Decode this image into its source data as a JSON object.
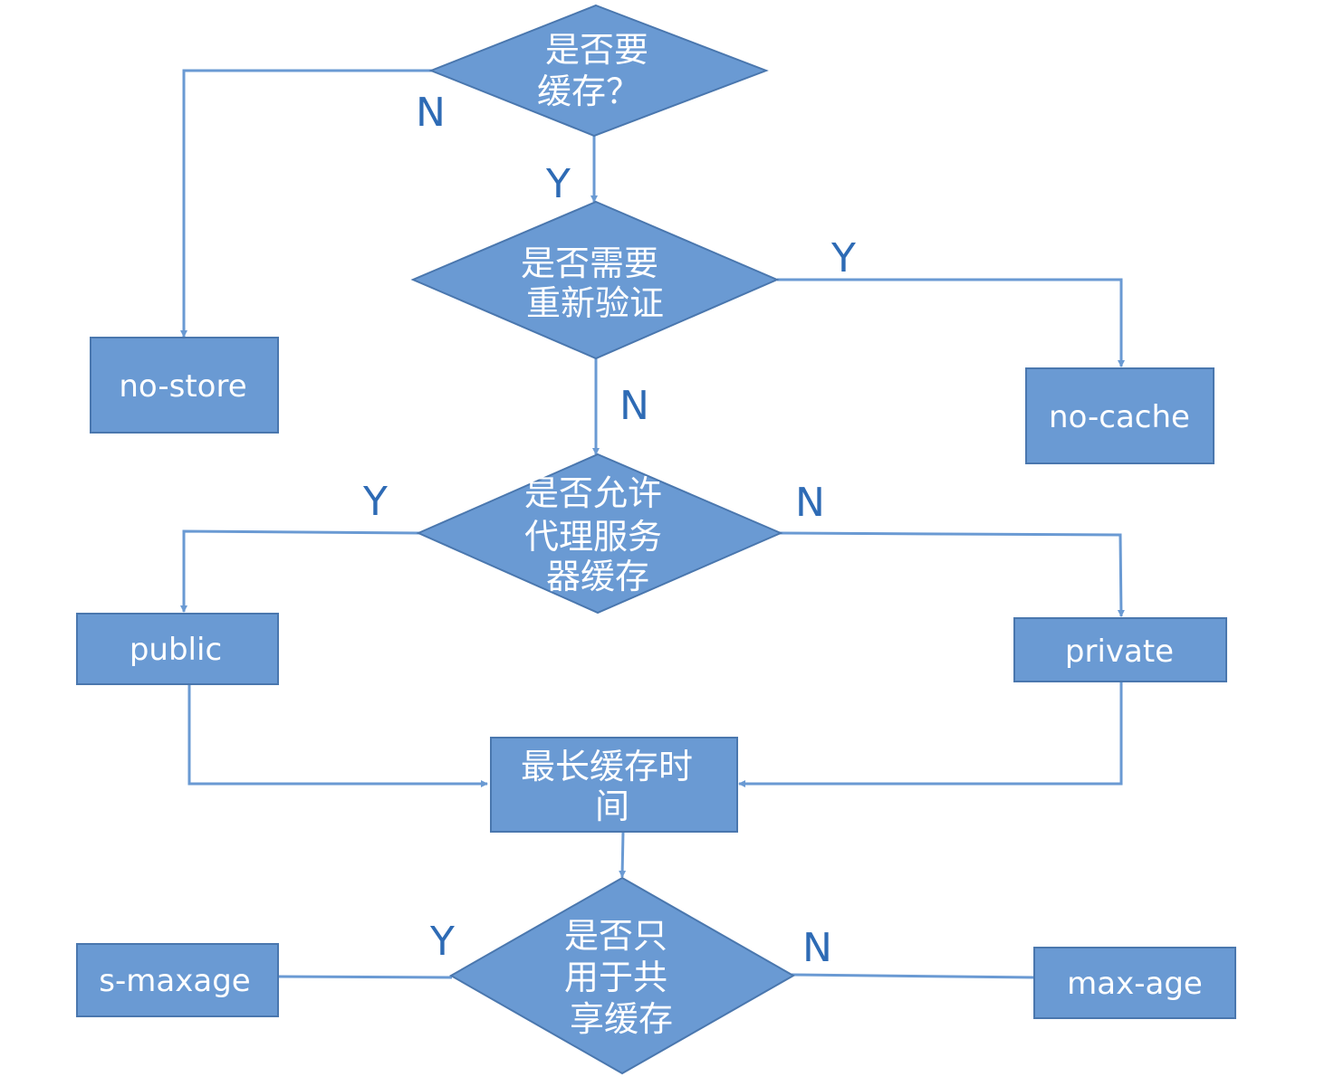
{
  "colors": {
    "node_fill": "#6a9ad3",
    "node_stroke": "#4a77ae",
    "edge": "#6a9ad3",
    "label": "#2e6bb5",
    "text": "#ffffff"
  },
  "nodes": {
    "q_cache": {
      "shape": "diamond",
      "lines": [
        "是否要",
        "缓存？"
      ]
    },
    "q_revalidate": {
      "shape": "diamond",
      "lines": [
        "是否需要",
        "重新验证"
      ]
    },
    "q_proxy": {
      "shape": "diamond",
      "lines": [
        "是否允许",
        "代理服务",
        "器缓存"
      ]
    },
    "q_shared": {
      "shape": "diamond",
      "lines": [
        "是否只",
        "用于共",
        "享缓存"
      ]
    },
    "no_store": {
      "shape": "rect",
      "label": "no-store"
    },
    "no_cache": {
      "shape": "rect",
      "label": "no-cache"
    },
    "public": {
      "shape": "rect",
      "label": "public"
    },
    "private": {
      "shape": "rect",
      "label": "private"
    },
    "max_time": {
      "shape": "rect",
      "lines": [
        "最长缓存时",
        "间"
      ]
    },
    "s_maxage": {
      "shape": "rect",
      "label": "s-maxage"
    },
    "max_age": {
      "shape": "rect",
      "label": "max-age"
    }
  },
  "edges": [
    {
      "from": "q_cache",
      "to": "no_store",
      "label": "N"
    },
    {
      "from": "q_cache",
      "to": "q_revalidate",
      "label": "Y"
    },
    {
      "from": "q_revalidate",
      "to": "no_cache",
      "label": "Y"
    },
    {
      "from": "q_revalidate",
      "to": "q_proxy",
      "label": "N"
    },
    {
      "from": "q_proxy",
      "to": "public",
      "label": "Y"
    },
    {
      "from": "q_proxy",
      "to": "private",
      "label": "N"
    },
    {
      "from": "public",
      "to": "max_time",
      "label": ""
    },
    {
      "from": "private",
      "to": "max_time",
      "label": ""
    },
    {
      "from": "max_time",
      "to": "q_shared",
      "label": ""
    },
    {
      "from": "q_shared",
      "to": "s_maxage",
      "label": "Y"
    },
    {
      "from": "q_shared",
      "to": "max_age",
      "label": "N"
    }
  ]
}
